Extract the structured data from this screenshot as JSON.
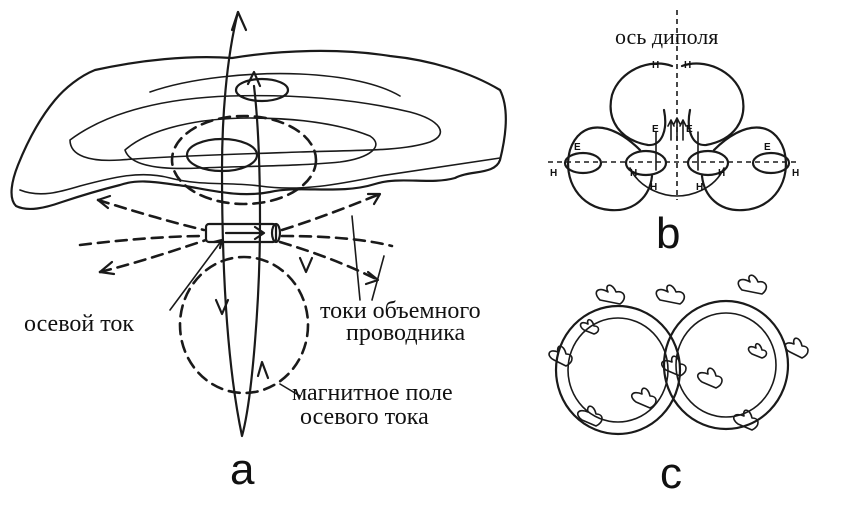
{
  "panels": {
    "a": {
      "letter": "a",
      "labels": {
        "axial_current": "осевой ток",
        "volume_currents_line1": "токи объемного",
        "volume_currents_line2": "проводника",
        "magnetic_field_line1": "магнитное поле",
        "magnetic_field_line2": "осевого тока"
      }
    },
    "b": {
      "letter": "b",
      "labels": {
        "dipole_axis": "ось диполя",
        "field_H": "H",
        "field_E": "E"
      }
    },
    "c": {
      "letter": "c"
    }
  },
  "colors": {
    "ink": "#1a1a1a",
    "background": "#ffffff"
  }
}
